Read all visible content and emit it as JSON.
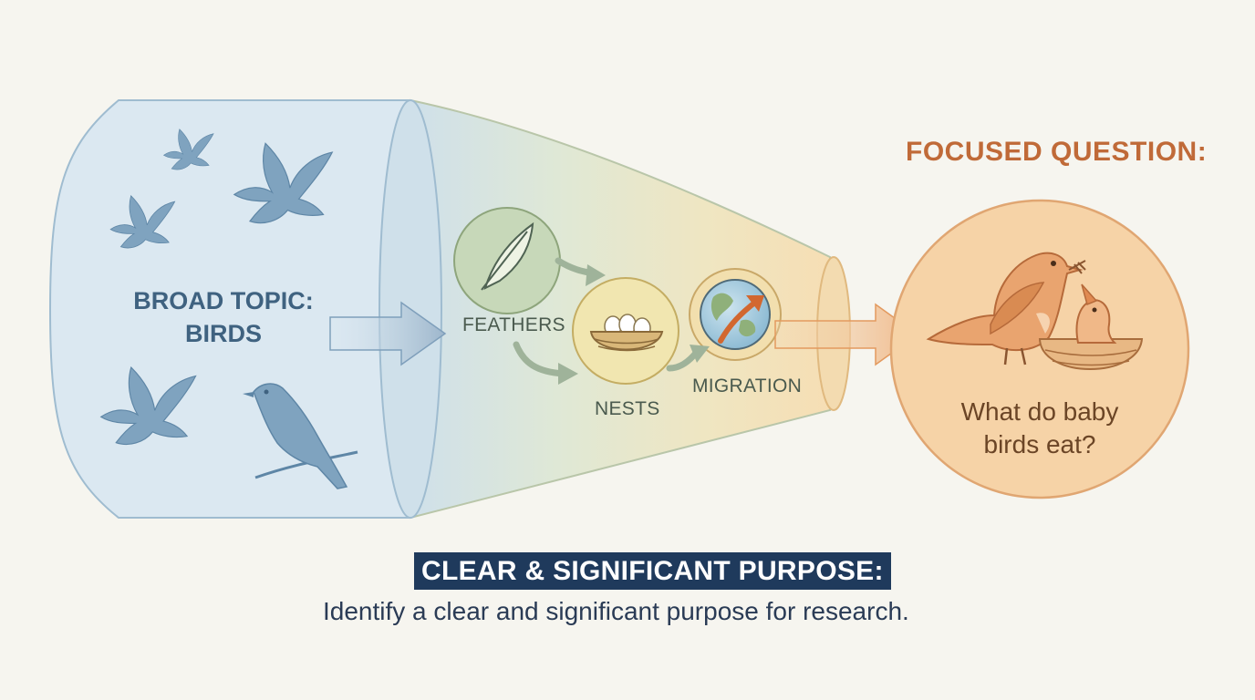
{
  "broad_topic": {
    "line1": "BROAD TOPIC:",
    "line2": "BIRDS"
  },
  "subtopics": {
    "feathers": "FEATHERS",
    "nests": "NESTS",
    "migration": "MIGRATION"
  },
  "focused": {
    "title": "FOCUSED QUESTION:",
    "question_line1": "What do baby",
    "question_line2": "birds eat?"
  },
  "purpose": {
    "title": "CLEAR & SIGNIFICANT PURPOSE:",
    "subtitle": "Identify a clear and significant purpose for research."
  },
  "icons": [
    "bird-silhouette-icon",
    "feather-icon",
    "nest-with-eggs-icon",
    "globe-arrow-icon",
    "mother-bird-feeding-chick-icon"
  ],
  "colors": {
    "background": "#f6f5ef",
    "broad_blue": "#dbe8f1",
    "bird_blue": "#7fa3bf",
    "focus_orange": "#f6d3a7",
    "focus_text": "#c06a38",
    "purpose_bg": "#1f3a5c"
  }
}
